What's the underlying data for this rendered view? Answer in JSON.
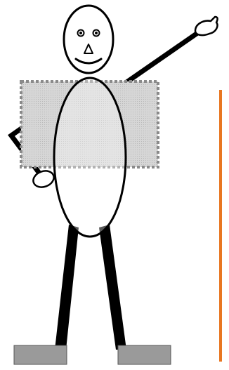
{
  "figure": {
    "colors": {
      "outline": "#000000",
      "body_fill": "#ffffff",
      "panel_fill": "#d2d2d2",
      "panel_border": "#8a8a8a",
      "feet_fill": "#9a9a9a",
      "line_accent": "#e87722"
    },
    "parts": [
      "head",
      "eyes",
      "nose",
      "mouth",
      "torso",
      "arms",
      "hands",
      "legs",
      "feet"
    ],
    "accent_icon": "vertical-line"
  }
}
